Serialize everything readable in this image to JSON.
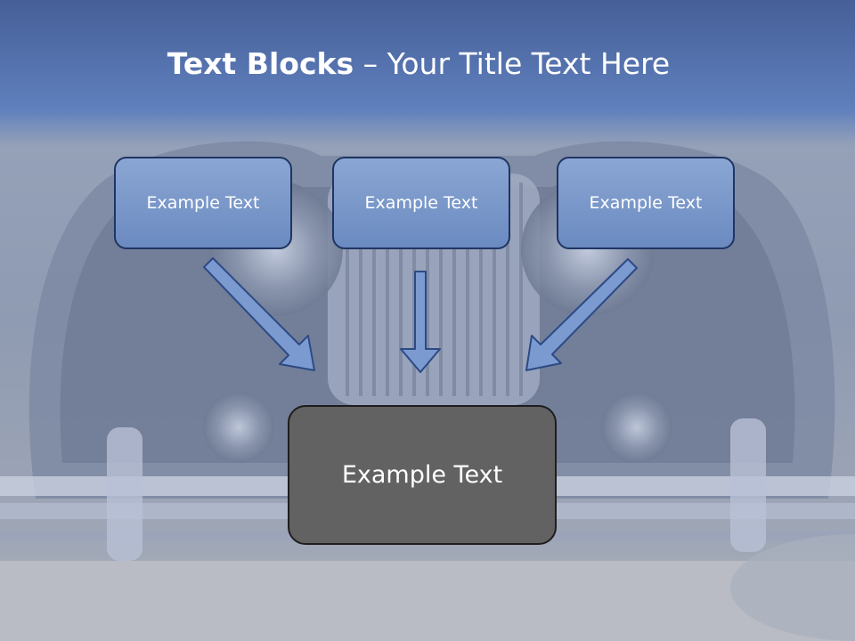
{
  "slide": {
    "title_bold": "Text Blocks",
    "title_dash": "–",
    "title_rest": "Your Title Text Here"
  },
  "blocks": {
    "top": [
      "Example Text",
      "Example Text",
      "Example Text"
    ],
    "center": "Example Text"
  },
  "colors": {
    "title_band": "#4a67a0",
    "box_fill": "#7a98cb",
    "box_border": "#1f3563",
    "arrow_fill": "#7b9ad0",
    "center_box_fill": "#626262"
  }
}
